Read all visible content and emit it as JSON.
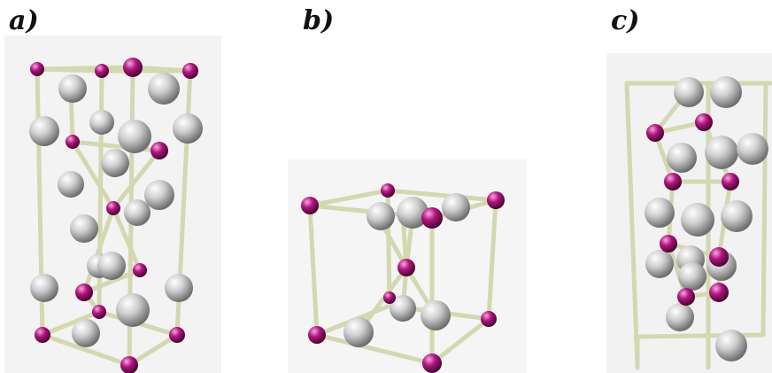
{
  "figure": {
    "panels": [
      {
        "label": "a)"
      },
      {
        "label": "b)"
      },
      {
        "label": "c)"
      }
    ],
    "colors": {
      "large_atom": "#c8c8c8",
      "small_atom": "#b0157f",
      "bond": "#d8dcb8",
      "background_a": "#f2f2f2",
      "background_b": "#f4f4f4",
      "background_c": "#f1f1f1"
    }
  }
}
